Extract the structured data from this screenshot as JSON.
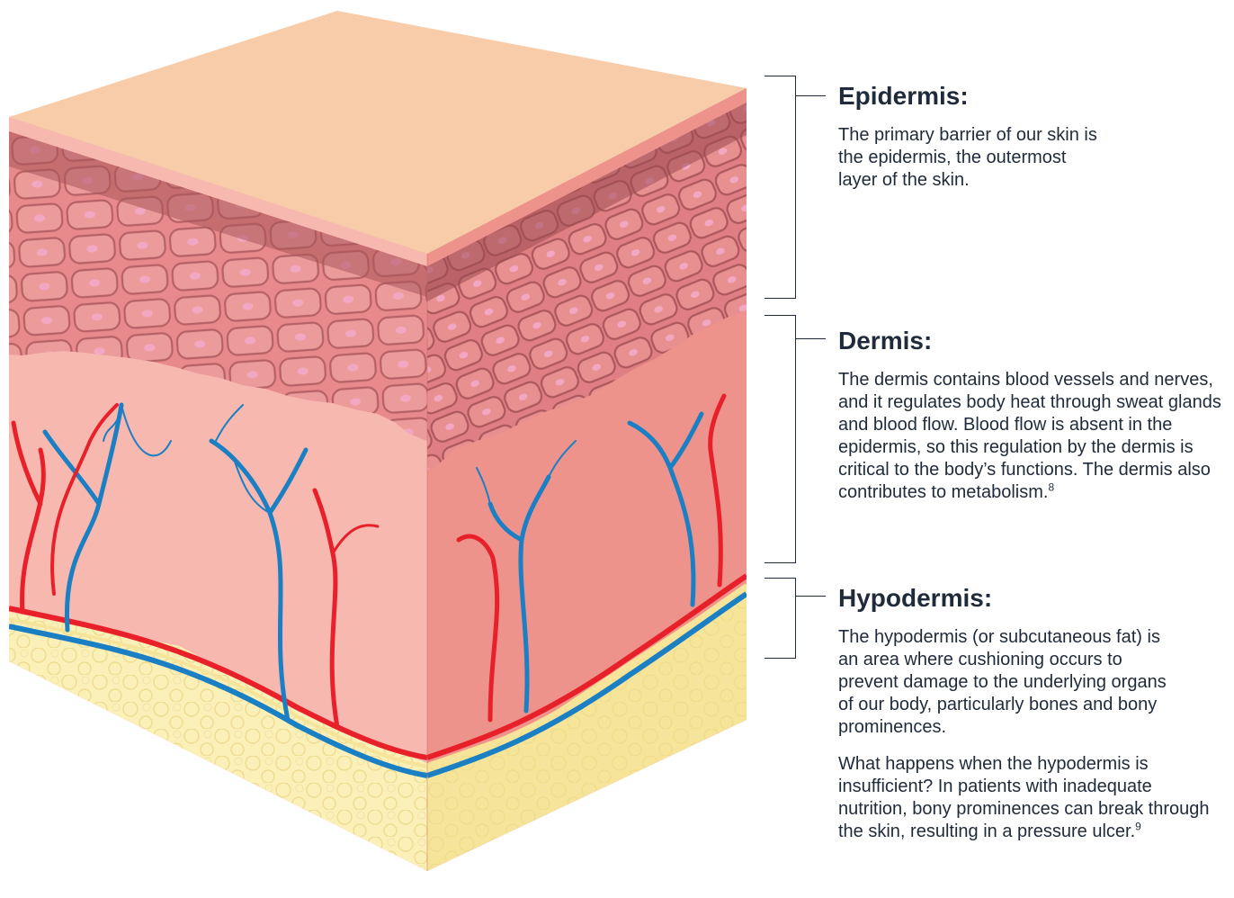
{
  "layers": {
    "epidermis": {
      "title": "Epidermis:",
      "text": "The primary barrier of our skin is the epidermis, the outermost layer of the skin."
    },
    "dermis": {
      "title": "Dermis:",
      "text": "The dermis contains blood vessels and nerves, and it regulates body heat through sweat glands and blood flow. Blood flow is absent in the epidermis, so this regulation by the dermis is critical to the body’s functions. The dermis also contributes to metabolism.",
      "ref": "8"
    },
    "hypodermis": {
      "title": "Hypodermis:",
      "text": "The hypodermis (or subcutaneous fat) is an area where cushioning occurs to prevent damage to the underlying organs of our body, particularly bones and bony prominences.",
      "text2": "What happens when the hypodermis is insufficient? In patients with inadequate nutrition, bony prominences can break through the skin, resulting in a pressure ulcer.",
      "ref2": "9"
    }
  },
  "colors": {
    "surface_top": "#f8cca8",
    "surface_edge": "#d8a072",
    "epidermis_cells": "#e8898b",
    "epidermis_dark": "#b05a5f",
    "dermis_left": "#f7b8b0",
    "dermis_right": "#ee928c",
    "hypodermis_left": "#fbf0b8",
    "hypodermis_right": "#f6e499",
    "artery": "#e8202a",
    "vein": "#1b7fc4"
  }
}
